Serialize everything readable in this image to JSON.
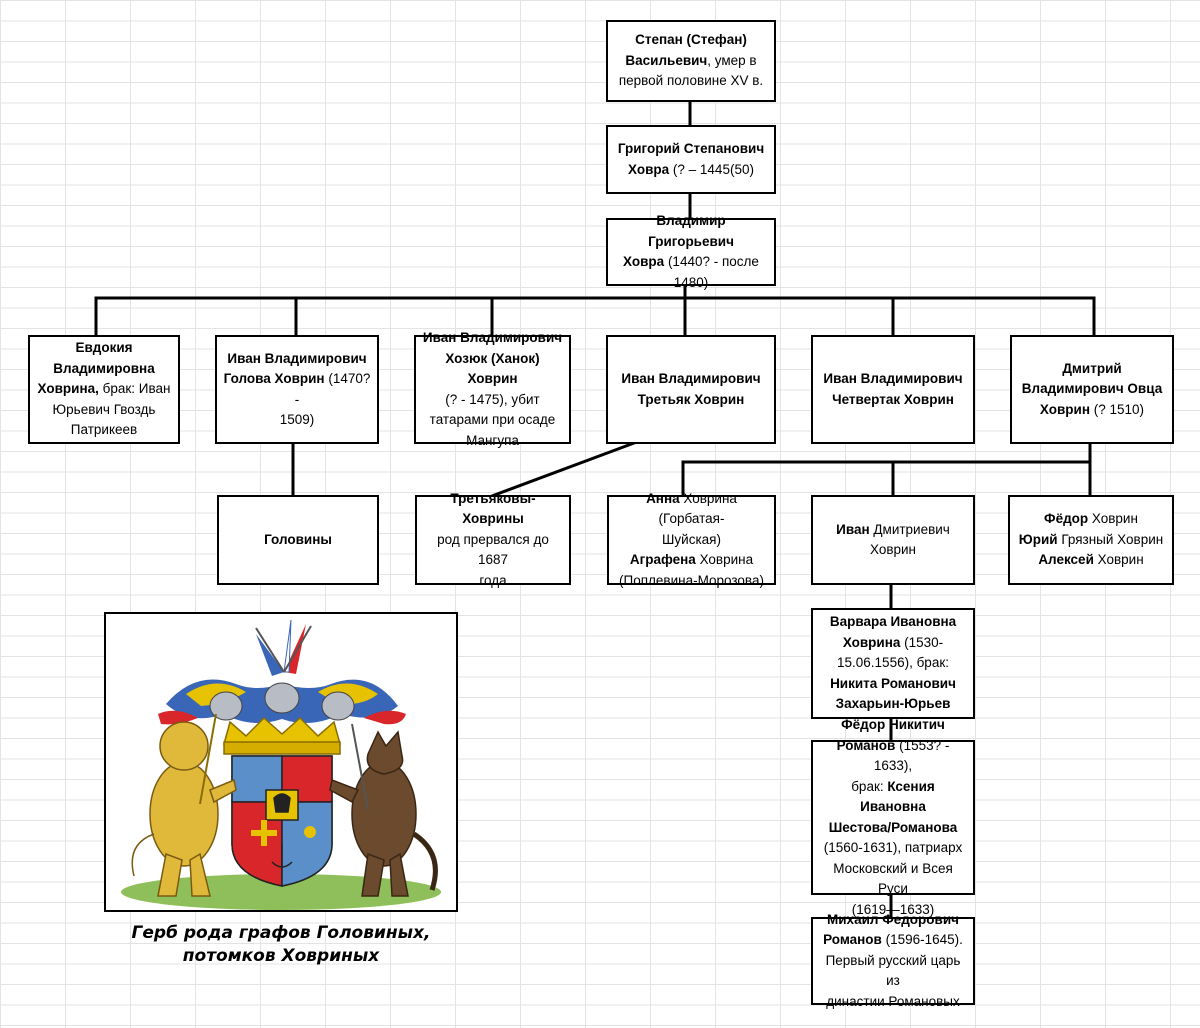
{
  "nodes": {
    "stepan": [
      {
        "b": "Степан (Стефан)"
      },
      {
        "br": 1
      },
      {
        "b": "Васильевич"
      },
      {
        "t": ", умер в"
      },
      {
        "br": 1
      },
      {
        "t": "первой половине XV в."
      }
    ],
    "grigory": [
      {
        "b": "Григорий Степанович"
      },
      {
        "br": 1
      },
      {
        "b": "Ховра"
      },
      {
        "t": " (? – 1445(50)"
      }
    ],
    "vladimir": [
      {
        "b": "Владимир Григорьевич"
      },
      {
        "br": 1
      },
      {
        "b": "Ховра"
      },
      {
        "t": " (1440? - после"
      },
      {
        "br": 1
      },
      {
        "t": "1480)"
      }
    ],
    "evdokia": [
      {
        "b": "Евдокия"
      },
      {
        "br": 1
      },
      {
        "b": "Владимировна"
      },
      {
        "br": 1
      },
      {
        "b": "Ховрина,"
      },
      {
        "t": " брак: Иван"
      },
      {
        "br": 1
      },
      {
        "t": "Юрьевич Гвоздь"
      },
      {
        "br": 1
      },
      {
        "t": "Патрикеев"
      }
    ],
    "ivan_golova": [
      {
        "b": "Иван Владимирович"
      },
      {
        "br": 1
      },
      {
        "b": "Голова Ховрин"
      },
      {
        "t": " (1470? -"
      },
      {
        "br": 1
      },
      {
        "t": "1509)"
      }
    ],
    "ivan_khozyuk": [
      {
        "b": "Иван Владимирович"
      },
      {
        "br": 1
      },
      {
        "b": "Хозюк (Ханок) Ховрин"
      },
      {
        "br": 1
      },
      {
        "t": "(? - 1475), убит"
      },
      {
        "br": 1
      },
      {
        "t": "татарами при осаде"
      },
      {
        "br": 1
      },
      {
        "t": "Мангупа"
      }
    ],
    "ivan_tretyak": [
      {
        "b": "Иван Владимирович"
      },
      {
        "br": 1
      },
      {
        "b": "Третьяк Ховрин"
      }
    ],
    "ivan_chetvertak": [
      {
        "b": "Иван Владимирович"
      },
      {
        "br": 1
      },
      {
        "b": "Четвертак Ховрин"
      }
    ],
    "dmitry": [
      {
        "b": "Дмитрий"
      },
      {
        "br": 1
      },
      {
        "b": "Владимирович Овца"
      },
      {
        "br": 1
      },
      {
        "b": "Ховрин"
      },
      {
        "t": " (? 1510)"
      }
    ],
    "golovins": [
      {
        "b": "Головины"
      }
    ],
    "tretyakovs": [
      {
        "b": "Третьяковы-Ховрины"
      },
      {
        "br": 1
      },
      {
        "t": "род прервался до 1687"
      },
      {
        "br": 1
      },
      {
        "t": "года"
      }
    ],
    "anna": [
      {
        "b": "Анна"
      },
      {
        "t": " Ховрина (Горбатая-"
      },
      {
        "br": 1
      },
      {
        "t": "Шуйская)"
      },
      {
        "br": 1
      },
      {
        "b": "Аграфена"
      },
      {
        "t": " Ховрина"
      },
      {
        "br": 1
      },
      {
        "t": "(Поплевина-Морозова)"
      }
    ],
    "ivan_dmitr": [
      {
        "b": "Иван"
      },
      {
        "t": " Дмитриевич"
      },
      {
        "br": 1
      },
      {
        "t": "Ховрин"
      }
    ],
    "fedor": [
      {
        "b": "Фёдор"
      },
      {
        "t": " Ховрин"
      },
      {
        "br": 1
      },
      {
        "b": "Юрий"
      },
      {
        "t": " Грязный Ховрин"
      },
      {
        "br": 1
      },
      {
        "b": "Алексей"
      },
      {
        "t": "  Ховрин"
      }
    ],
    "varvara": [
      {
        "b": "Варвара Ивановна"
      },
      {
        "br": 1
      },
      {
        "b": "Ховрина"
      },
      {
        "t": " (1530-"
      },
      {
        "br": 1
      },
      {
        "t": "15.06.1556), брак:"
      },
      {
        "br": 1
      },
      {
        "b": "Никита Романович"
      },
      {
        "br": 1
      },
      {
        "b": "Захарьин-Юрьев"
      }
    ],
    "fedor_romanov": [
      {
        "b": "Фёдор Никитич"
      },
      {
        "br": 1
      },
      {
        "b": "Романов"
      },
      {
        "t": " (1553? - 1633),"
      },
      {
        "br": 1
      },
      {
        "t": "брак: "
      },
      {
        "b": "Ксения Ивановна"
      },
      {
        "br": 1
      },
      {
        "b": "Шестова/Романова"
      },
      {
        "br": 1
      },
      {
        "t": "(1560-1631), патриарх"
      },
      {
        "br": 1
      },
      {
        "t": "Московский и Всея Руси"
      },
      {
        "br": 1
      },
      {
        "t": "(1619—1633)"
      }
    ],
    "mikhail": [
      {
        "b": "Михаил Федорович"
      },
      {
        "br": 1
      },
      {
        "b": "Романов"
      },
      {
        "t": " (1596-1645)."
      },
      {
        "br": 1
      },
      {
        "t": "Первый русский царь из"
      },
      {
        "br": 1
      },
      {
        "t": "династии Романовых"
      }
    ]
  },
  "caption": {
    "line1": "Герб рода графов Головиных,",
    "line2": "потомков Ховриных"
  },
  "colors": {
    "shield_red": "#d9262b",
    "shield_blue": "#5b8fc9",
    "lion": "#e0b83a",
    "wolf": "#6b4a2e",
    "crown": "#e6c200",
    "ground": "#8fbf5a"
  }
}
